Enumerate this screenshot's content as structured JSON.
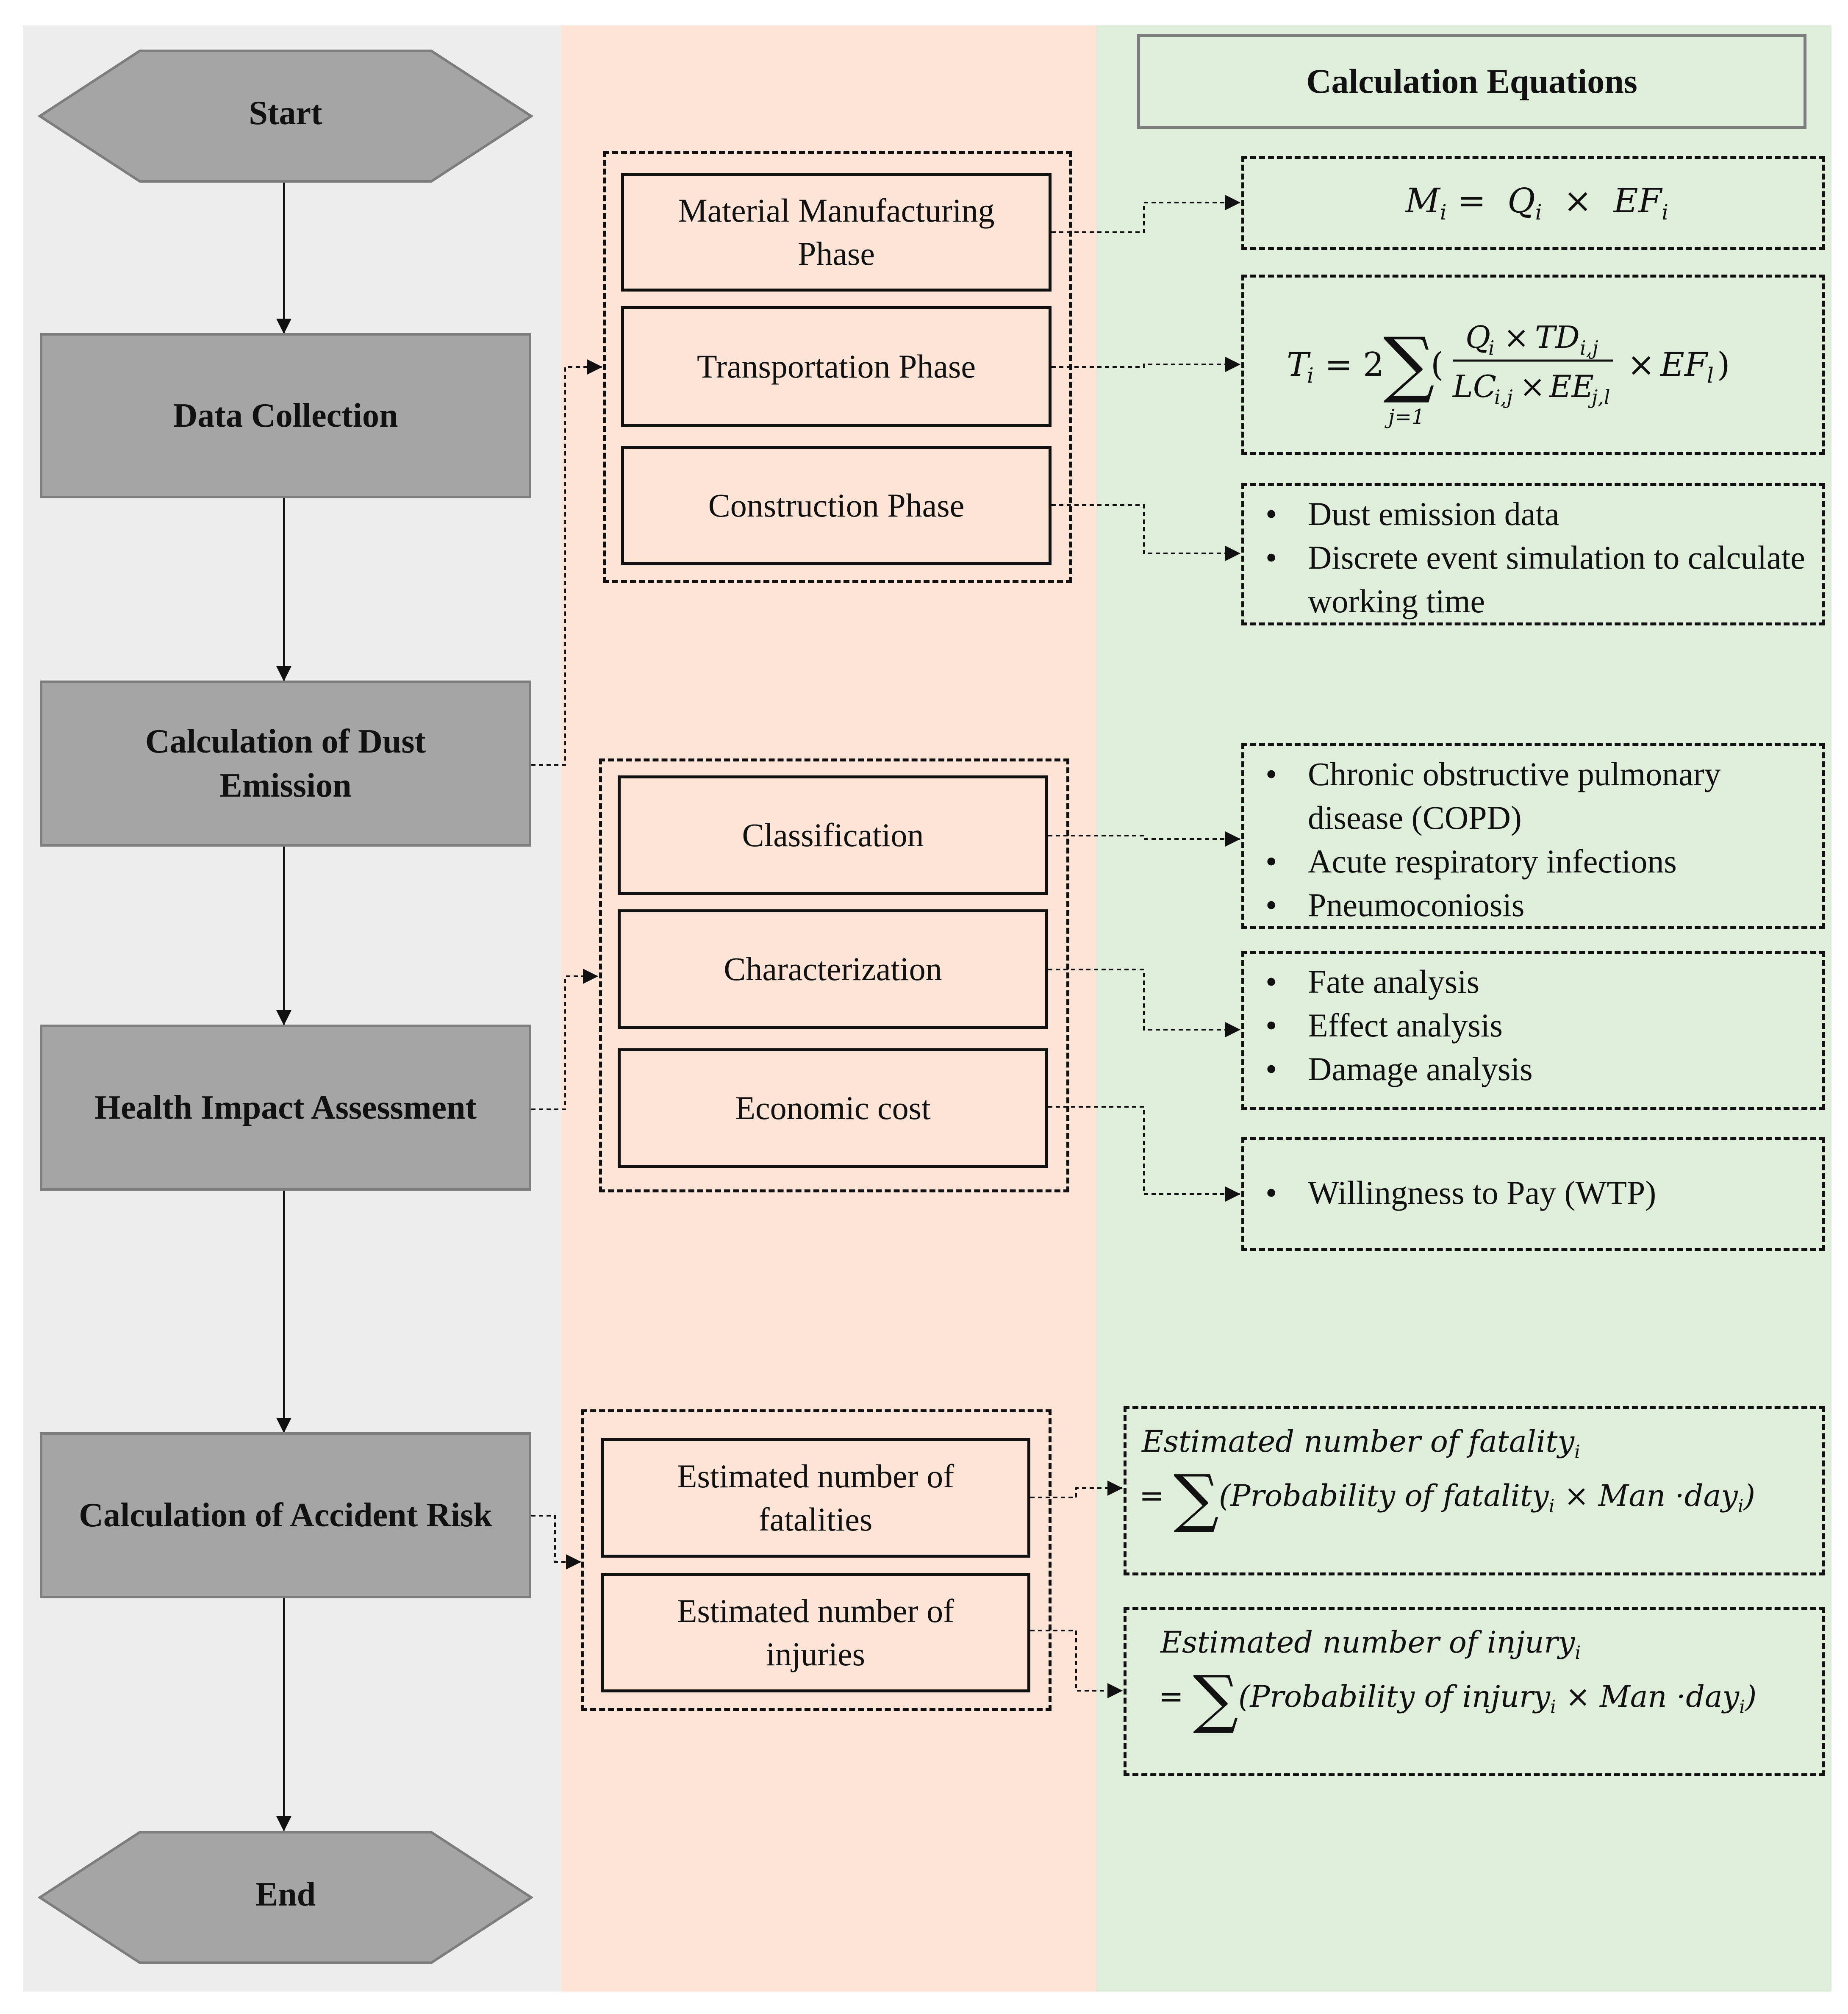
{
  "flow": {
    "start": "Start",
    "data_collection": "Data Collection",
    "dust_emission": "Calculation of Dust Emission",
    "health_impact": "Health Impact Assessment",
    "accident_risk": "Calculation of Accident Risk",
    "end": "End"
  },
  "phases": {
    "material": "Material Manufacturing Phase",
    "transportation": "Transportation Phase",
    "construction": "Construction Phase"
  },
  "health": {
    "classification": "Classification",
    "characterization": "Characterization",
    "economic": "Economic cost"
  },
  "accident": {
    "fatalities": "Estimated number of fatalities",
    "injuries": "Estimated number of injuries"
  },
  "equations": {
    "header": "Calculation Equations",
    "construction_items": [
      "Dust emission data",
      "Discrete event simulation to calculate working time"
    ],
    "classification_items": [
      "Chronic obstructive pulmonary disease (COPD)",
      "Acute respiratory infections",
      "Pneumoconiosis"
    ],
    "characterization_items": [
      "Fate analysis",
      "Effect analysis",
      "Damage analysis"
    ],
    "economic_items": [
      "Willingness to Pay (WTP)"
    ]
  }
}
